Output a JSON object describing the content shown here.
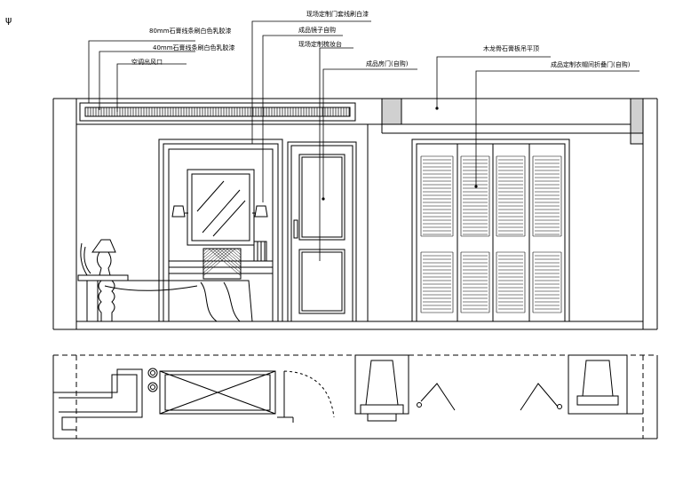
{
  "marker": "ψ",
  "annotations": {
    "a1": "80mm石膏线条刷白色乳胶漆",
    "a2": "40mm石膏线条刷白色乳胶漆",
    "a3": "空调出风口",
    "a4": "现场定制门套线刷白漆",
    "a5": "成品镜子自购",
    "a6": "现场定制梳妆台",
    "a7": "成品房门(自购)",
    "a8": "木龙骨石膏板吊平顶",
    "a9": "成品定制衣帽间折叠门(自购)"
  }
}
